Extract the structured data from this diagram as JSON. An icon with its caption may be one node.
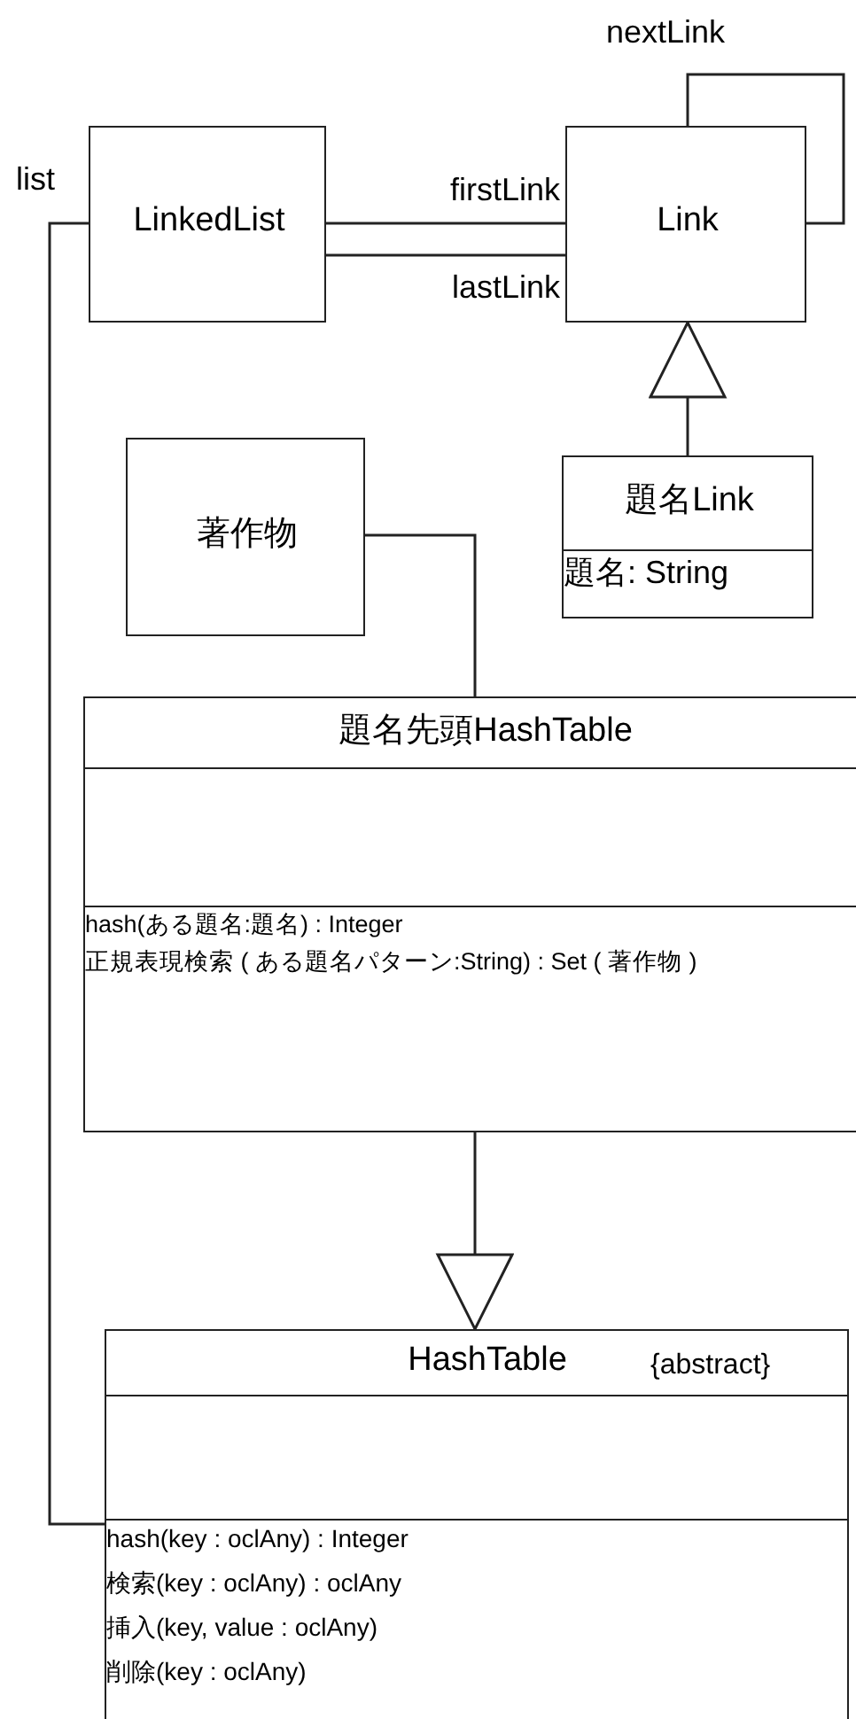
{
  "diagram": {
    "nodes": [
      {
        "text": [
          "LinkedList"
        ]
      },
      {
        "text": [
          "Link"
        ]
      },
      {
        "text": [
          "題名Link",
          "題名: String"
        ]
      },
      {
        "text": [
          "著作物"
        ]
      },
      {
        "text": [
          "題名先頭HashTable",
          "hash(ある題名:題名) : Integer",
          "正規表現検索 ( ある題名パターン:String) : Set ( 著作物 )"
        ]
      },
      {
        "text": [
          "HashTable",
          "{abstract}",
          "hash(key : oclAny) : Integer",
          "検索(key : oclAny) : oclAny",
          "挿入(key, value : oclAny)",
          "削除(key : oclAny)"
        ]
      }
    ],
    "edges": [
      {
        "from": 0,
        "to": 1,
        "arrow": "none",
        "label": "firstLink"
      },
      {
        "from": 0,
        "to": 1,
        "arrow": "none",
        "label": "lastLink"
      },
      {
        "from": 1,
        "to": 1,
        "arrow": "none",
        "label": "nextLink"
      },
      {
        "from": 2,
        "to": 1,
        "arrow": "to"
      },
      {
        "from": 3,
        "to": 4,
        "arrow": "none"
      },
      {
        "from": 4,
        "to": 5,
        "arrow": "to"
      },
      {
        "from": 0,
        "to": 5,
        "arrow": "none",
        "label": "list"
      }
    ]
  }
}
